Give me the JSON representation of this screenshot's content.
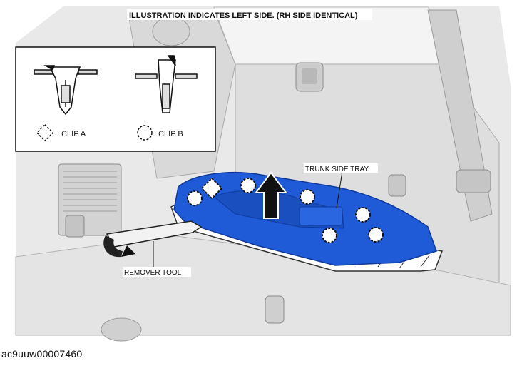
{
  "header": {
    "title": "ILLUSTRATION INDICATES LEFT SIDE. (RH SIDE IDENTICAL)"
  },
  "legend": {
    "clip_a_label": ": CLIP A",
    "clip_b_label": ": CLIP B"
  },
  "callouts": {
    "trunk_side_tray": "TRUNK SIDE TRAY",
    "remover_tool": "REMOVER TOOL"
  },
  "figure_id": "ac9uuw00007460",
  "colors": {
    "tray_blue": "#1f5bd6",
    "tray_dark": "#0f3a9c",
    "interior_gray": "#dcdcdc",
    "outline": "#3a3a3a"
  }
}
